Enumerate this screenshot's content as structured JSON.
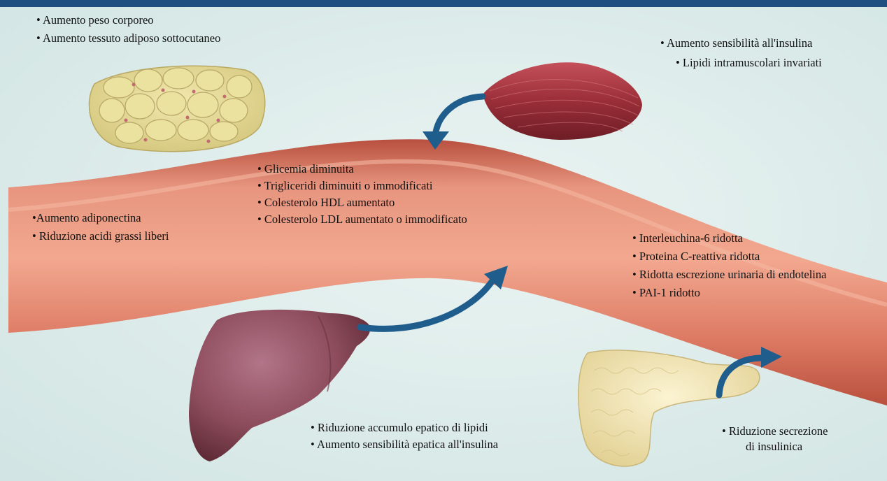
{
  "labels": {
    "adipose": [
      "• Aumento peso corporeo",
      "• Aumento tessuto adiposo sottocutaneo"
    ],
    "muscle": [
      "• Aumento sensibilità all'insulina",
      "• Lipidi intramuscolari invariati"
    ],
    "blood": [
      "• Glicemia diminuita",
      "• Trigliceridi diminuiti o immodificati",
      "• Colesterolo HDL aumentato",
      "• Colesterolo LDL aumentato o immodificato"
    ],
    "adipokines": [
      "•Aumento adiponectina",
      "• Riduzione acidi grassi liberi"
    ],
    "inflammation": [
      "• Interleuchina-6 ridotta",
      "• Proteina C-reattiva ridotta",
      "• Ridotta escrezione urinaria di endotelina",
      "• PAI-1 ridotto"
    ],
    "liver": [
      "• Riduzione accumulo epatico di lipidi",
      "• Aumento sensibilità epatica all'insulina"
    ],
    "pancreas": [
      "• Riduzione secrezione",
      "di insulinica"
    ]
  },
  "colors": {
    "header_bar": "#1e4f80",
    "background": "#dcebea",
    "vessel": "#d8705e",
    "arrow": "#1e5d8c",
    "liver": "#8a4a5a",
    "muscle": "#9a3038",
    "pancreas": "#efe2b0",
    "adipose": "#e6dd98"
  }
}
